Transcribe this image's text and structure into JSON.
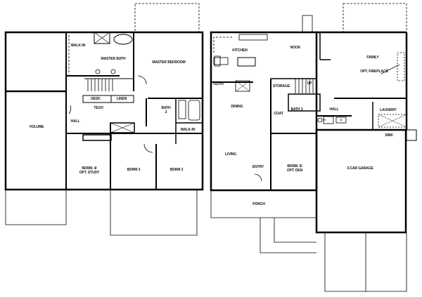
{
  "upper_floor": {
    "rooms": {
      "walk_in_1": "WALK-IN",
      "master_bath": "MASTER BATH",
      "master_bedroom": "MASTER BEDROOM",
      "desk": "DESK",
      "linen": "LINEN",
      "tech": "TECH",
      "hall": "HALL",
      "volume": "VOLUME",
      "bath_2": "BATH 2",
      "walk_in_2": "WALK-IN",
      "bdrm_4": "BDRM. 4/ OPT. STUDY",
      "bdrm_3": "BDRM 3",
      "bdrm_2": "BDRM 2"
    }
  },
  "lower_floor": {
    "rooms": {
      "kitchen": "KITCHEN",
      "nook": "NOOK",
      "family": "FAMILY",
      "opt_fireplace": "OPT. FIREPLACE",
      "pantry": "PANTRY",
      "storage": "STORAGE",
      "up": "UP",
      "dining": "DINING",
      "coat": "COAT",
      "bath_3": "BATH 3",
      "hall": "HALL",
      "laundry": "LAUNDRY",
      "washer": "W",
      "dryer": "D",
      "sink": "SINK",
      "living": "LIVING",
      "entry": "ENTRY",
      "bdrm_5": "BDRM. 5/ OPT. DEN",
      "garage": "3-CAR GARAGE",
      "porch": "PORCH"
    }
  }
}
